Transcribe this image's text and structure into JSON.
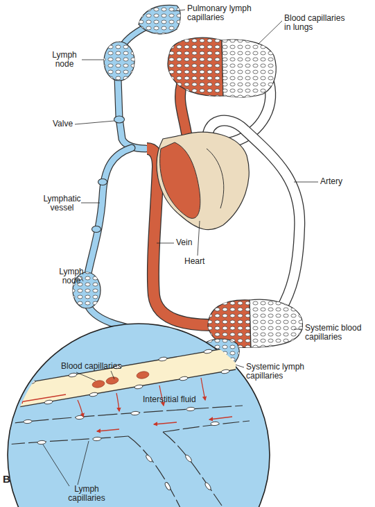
{
  "diagram": {
    "nodes": [
      {
        "text": [
          "Blood capillaries",
          "Interstitial fluid",
          "Lymph capillaries"
        ]
      }
    ],
    "labels": [
      "Pulmonary lymph capillaries",
      "Lymph node",
      "Blood capillaries in lungs",
      "Valve",
      "Artery",
      "Lymphatic vessel",
      "Vein",
      "Heart",
      "Lymph node",
      "Systemic blood capillaries",
      "Systemic lymph capillaries",
      "B"
    ]
  }
}
